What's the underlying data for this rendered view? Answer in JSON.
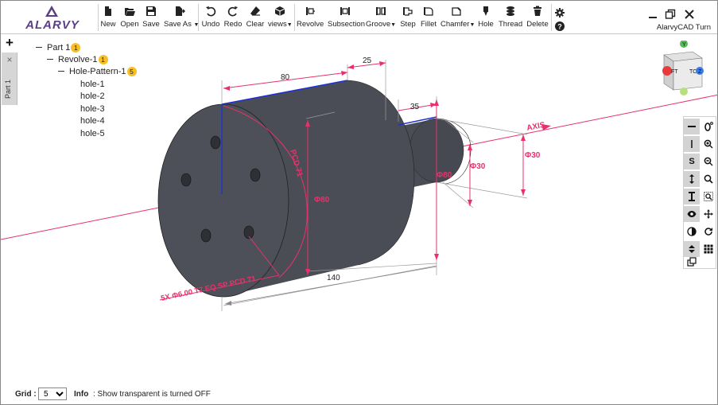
{
  "toolbar": {
    "new": "New",
    "open": "Open",
    "save": "Save",
    "save_as": "Save As",
    "undo": "Undo",
    "redo": "Redo",
    "clear": "Clear",
    "views": "views",
    "revolve": "Revolve",
    "subsection": "Subsection",
    "groove": "Groove",
    "step": "Step",
    "fillet": "Fillet",
    "chamfer": "Chamfer",
    "hole": "Hole",
    "thread": "Thread",
    "delete": "Delete"
  },
  "app_title": "AlarvyCAD Turn",
  "logo_text": "ALARVY",
  "side_tab": {
    "add": "+",
    "close": "×",
    "label": "Part 1"
  },
  "tree": {
    "part": {
      "label": "Part 1",
      "badge": "1"
    },
    "revolve": {
      "label": "Revolve-1",
      "badge": "1"
    },
    "pattern": {
      "label": "Hole-Pattern-1",
      "badge": "5"
    },
    "holes": [
      "hole-1",
      "hole-2",
      "hole-3",
      "hole-4",
      "hole-5"
    ]
  },
  "dims": {
    "d80len": "80",
    "d25": "25",
    "d35": "35",
    "dia80a": "Φ80",
    "dia80b": "Φ80",
    "dia30a": "Φ30",
    "dia30b": "Φ30",
    "d140": "140",
    "pcd": "PCD 71",
    "axis": "AXIS",
    "hole_note": "5X Φ6.00 T7 EQ SP PCD 71"
  },
  "viewcube": {
    "top": "Y",
    "front": "FT",
    "side": "TC",
    "right": "Z"
  },
  "right_panel": {
    "s_label": "S"
  },
  "bottom": {
    "grid_label": "Grid :",
    "grid_value": "5",
    "info_label": "Info",
    "info_text": ": Show transparent is turned OFF"
  },
  "colors": {
    "accent": "#e8316b",
    "badge": "#f5c026",
    "body": "#4a4d55",
    "edge_blue": "#1f2fd6"
  }
}
